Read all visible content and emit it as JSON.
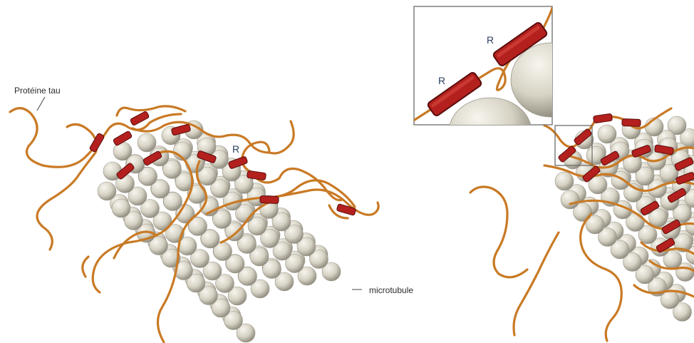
{
  "labels": {
    "tau_protein": "Protéine tau",
    "microtubule": "microtubule",
    "repeat_main": "R",
    "repeat_inset_1": "R",
    "repeat_inset_2": "R"
  },
  "colors": {
    "tau_strand": "#c97a25",
    "repeat_domain": "#b3201e",
    "repeat_outline": "#5a0d0c",
    "tubulin_light": "#f7f5ee",
    "tubulin_mid": "#d6d2c4",
    "tubulin_dark": "#8b877a",
    "inset_border": "#6b6b6b"
  }
}
